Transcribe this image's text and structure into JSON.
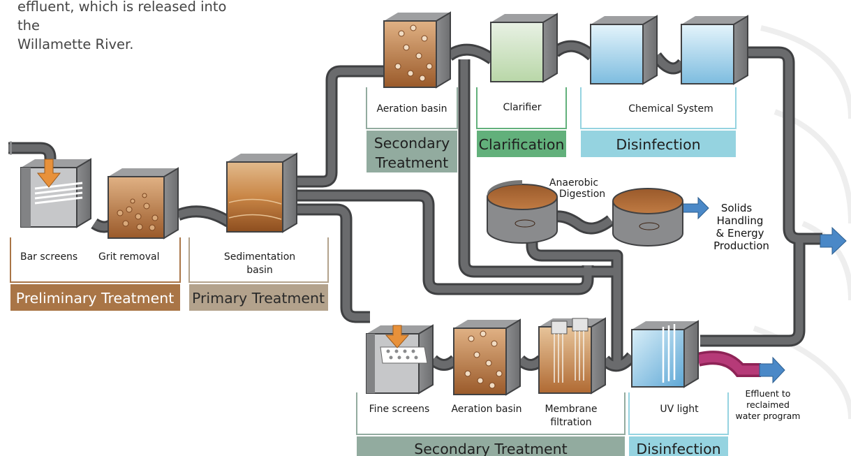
{
  "intro_text": {
    "line1": "effluent, which is released into the",
    "line2": "Willamette River."
  },
  "stages": {
    "bar_screens": "Bar screens",
    "grit_removal": "Grit removal",
    "sedimentation_1": "Sedimentation",
    "sedimentation_2": "basin",
    "aeration_top": "Aeration basin",
    "clarifier": "Clarifier",
    "chemical_system": "Chemical System",
    "fine_screens": "Fine screens",
    "aeration_bottom": "Aeration basin",
    "membrane_1": "Membrane",
    "membrane_2": "filtration",
    "uv_light": "UV light",
    "anaerobic_1": "Anaerobic",
    "anaerobic_2": "Digestion"
  },
  "bands": {
    "preliminary": "Preliminary Treatment",
    "primary": "Primary Treatment",
    "secondary_top_1": "Secondary",
    "secondary_top_2": "Treatment",
    "clarification": "Clarification",
    "disinfection_top": "Disinfection",
    "secondary_bottom": "Secondary Treatment",
    "disinfection_bottom": "Disinfection"
  },
  "outputs": {
    "solids_1": "Solids",
    "solids_2": "Handling",
    "solids_3": "& Energy",
    "solids_4": "Production",
    "effluent_1": "Effluent to",
    "effluent_2": "reclaimed",
    "effluent_3": "water program"
  },
  "colors": {
    "preliminary": "#a97546",
    "primary": "#b3a28c",
    "secondary": "#92ab9f",
    "clarification": "#62b07b",
    "disinfection": "#95d3e0",
    "pipe": "#5b5c5e",
    "effluent_pipe": "#a8326b",
    "arrow": "#4a88c7",
    "sludge": "#c98a4f"
  }
}
